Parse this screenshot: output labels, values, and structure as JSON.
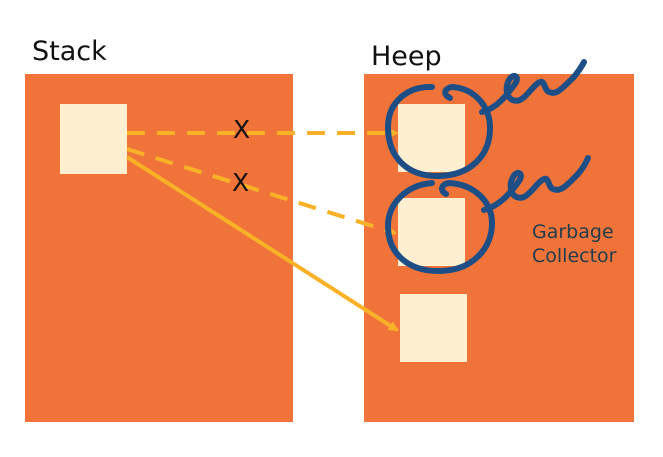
{
  "stack": {
    "label": "Stack"
  },
  "heap": {
    "label": "Heep"
  },
  "marks": {
    "x1": "X",
    "x2": "X"
  },
  "gc": {
    "line1": "Garbage",
    "line2": "Collector"
  },
  "colors": {
    "panel": "#f0743a",
    "cell": "#fdefcf",
    "arrow": "#f9b227",
    "ink": "#1d4f86",
    "text": "#111111"
  }
}
